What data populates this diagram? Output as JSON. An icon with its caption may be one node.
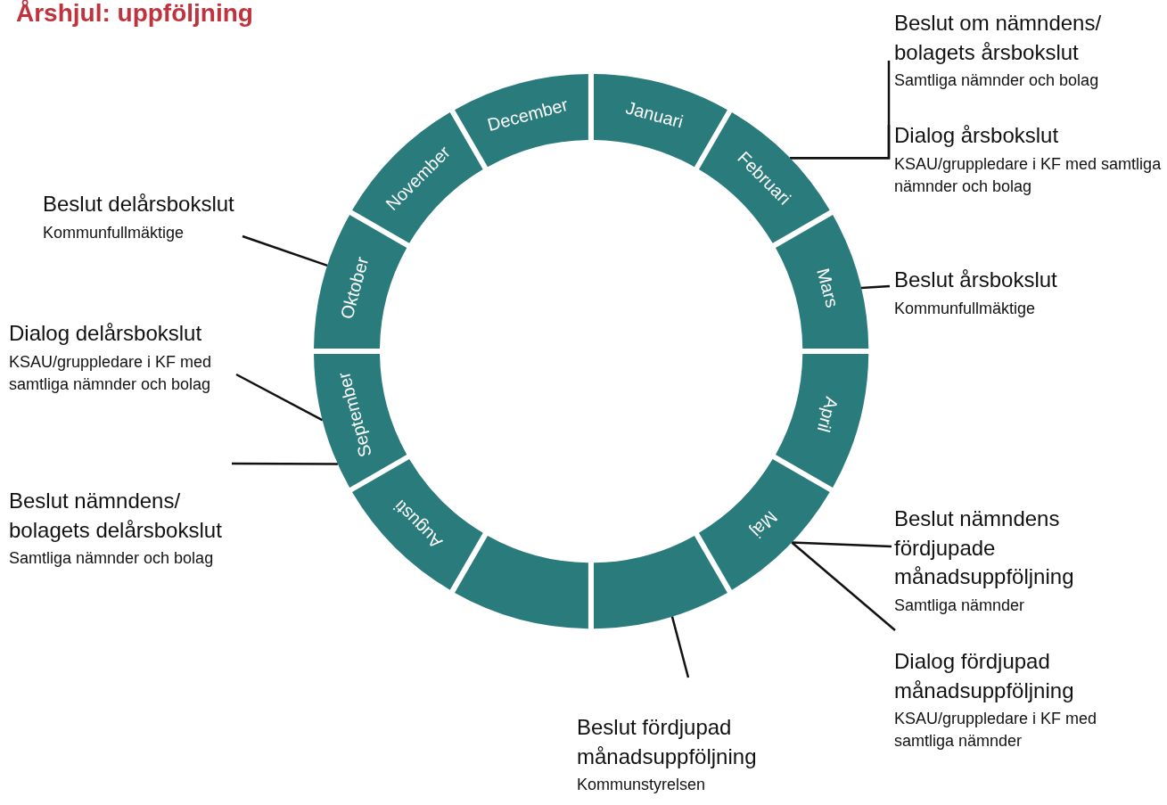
{
  "diagram": {
    "title": "Årshjul: uppföljning",
    "nodes": [
      {
        "text": [
          "Beslut om nämndens/ bolagets årsbokslut",
          "Samtliga nämnder och bolag"
        ]
      },
      {
        "text": [
          "Dialog årsbokslut",
          "KSAU/gruppledare i KF med samtliga nämnder och bolag"
        ]
      },
      {
        "text": [
          "Beslut delårsbokslut",
          "Kommunfullmäktige"
        ]
      },
      {
        "text": [
          "Beslut årsbokslut",
          "Kommunfullmäktige"
        ]
      },
      {
        "text": [
          "Dialog delårsbokslut",
          "KSAU/gruppledare i KF med samtliga nämnder och bolag"
        ]
      },
      {
        "text": [
          "Beslut nämndens/ bolagets delårsbokslut",
          "Samtliga nämnder och bolag"
        ]
      },
      {
        "text": [
          "Beslut nämndens fördjupade månadsuppföljning",
          "Samtliga nämnder"
        ]
      },
      {
        "text": [
          "Dialog fördjupad månadsuppföljning",
          "KSAU/gruppledare i KF med samtliga nämnder"
        ]
      },
      {
        "text": [
          "Beslut fördjupad månadsuppföljning",
          "Kommunstyrelsen"
        ]
      },
      {
        "text": [
          "Januari"
        ]
      },
      {
        "text": [
          "Februari"
        ]
      },
      {
        "text": [
          "Mars"
        ]
      },
      {
        "text": [
          "April"
        ]
      },
      {
        "text": [
          "Maj"
        ]
      },
      {
        "text": [],
        "shape": "arc"
      },
      {
        "text": [],
        "shape": "arc"
      },
      {
        "text": [
          "Augusti"
        ]
      },
      {
        "text": [
          "September"
        ]
      },
      {
        "text": [
          "Oktober"
        ]
      },
      {
        "text": [
          "November"
        ]
      },
      {
        "text": [
          "December"
        ]
      }
    ],
    "edges": [
      {
        "from": 0,
        "to": 10,
        "arrow": "none"
      },
      {
        "from": 1,
        "to": 10,
        "arrow": "none"
      },
      {
        "from": 2,
        "to": 18,
        "arrow": "none"
      },
      {
        "from": 3,
        "to": 11,
        "arrow": "none"
      },
      {
        "from": 4,
        "to": 17,
        "arrow": "none"
      },
      {
        "from": 5,
        "to": 17,
        "arrow": "none"
      },
      {
        "from": 6,
        "to": 13,
        "arrow": "none"
      },
      {
        "from": 7,
        "to": 13,
        "arrow": "none"
      },
      {
        "from": 8,
        "to": 15,
        "arrow": "none"
      }
    ]
  }
}
